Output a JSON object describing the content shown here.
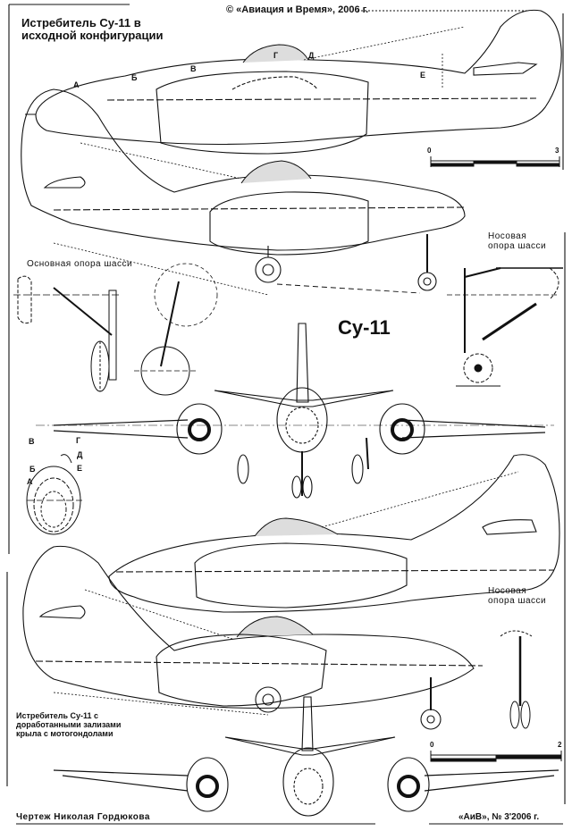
{
  "header": {
    "copyright": "© «Авиация и Время», 2006 г.",
    "title_line1": "Истребитель Су-11 в",
    "title_line2": "исходной конфигурации"
  },
  "model_name": "Су-11",
  "section_labels": {
    "A": "А",
    "B": "Б",
    "V": "В",
    "G": "Г",
    "D": "Д",
    "E": "Е"
  },
  "captions": {
    "main_gear": "Основная опора шасси",
    "nose_gear_top_line1": "Носовая",
    "nose_gear_top_line2": "опора шасси",
    "nose_gear_bottom_line1": "Носовая",
    "nose_gear_bottom_line2": "опора шасси",
    "modified_line1": "Истребитель Су-11 с",
    "modified_line2": "доработанными зализами",
    "modified_line3": "крыла с мотогондолами"
  },
  "scale_bars": [
    {
      "start": "0",
      "end": "3",
      "unit": "m"
    },
    {
      "start": "0",
      "end": "2",
      "unit": "m"
    }
  ],
  "footer": {
    "author": "Чертеж Николая Гордюкова",
    "source": "«АиВ», № 3'2006 г."
  },
  "colors": {
    "ink": "#111111",
    "paper": "#ffffff",
    "stipple": "#555555"
  }
}
